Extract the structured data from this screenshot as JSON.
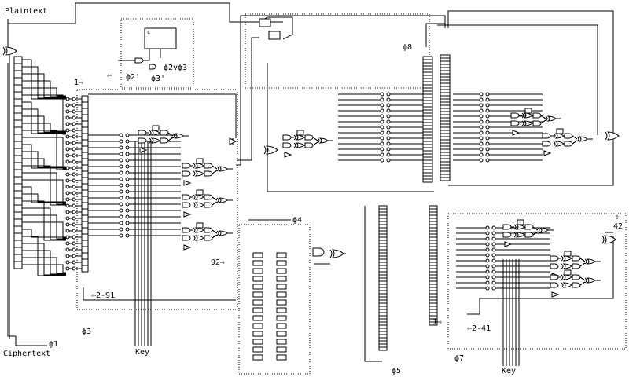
{
  "labels": {
    "plaintext": "Plaintext",
    "ciphertext": "Ciphertext",
    "key_left": "Key",
    "key_right": "Key",
    "phi1": "ϕ1",
    "phi2p": "ϕ2'",
    "phi3p": "ϕ3'",
    "phi2v3": "ϕ2vϕ3",
    "phi3": "ϕ3",
    "phi4": "ϕ4",
    "phi5": "ϕ5",
    "phi7": "ϕ7",
    "phi8": "ϕ8",
    "one_left": "1⇨",
    "one_right": "1⇨",
    "ninety_two": "92⇨",
    "to_2_91": "⇦2-91",
    "to_2_41": "⇦2-41",
    "num_42": "42",
    "arrow_up": "⇧",
    "arrow_left": "⇦"
  }
}
